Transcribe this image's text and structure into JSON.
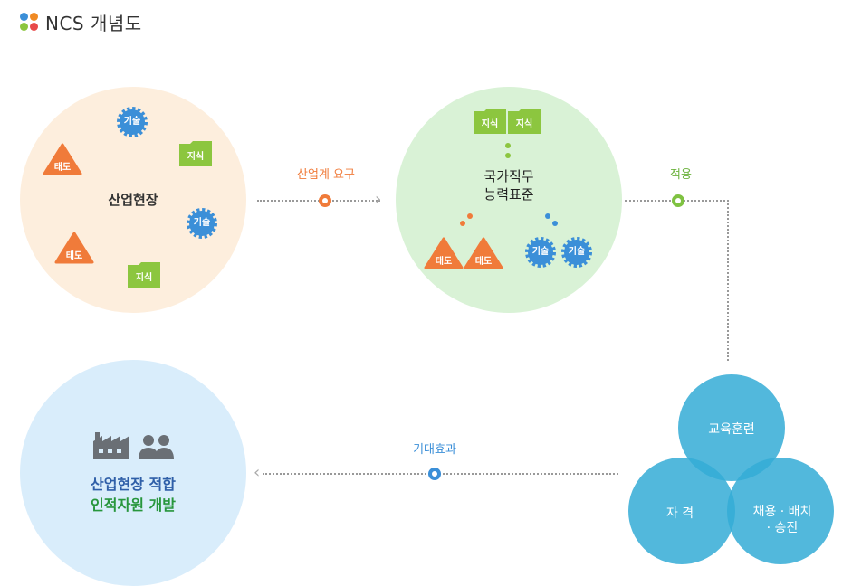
{
  "header": {
    "title": "NCS 개념도"
  },
  "colors": {
    "dot1": "#3b8fd8",
    "dot2": "#f08a24",
    "dot3": "#8cc63f",
    "dot4": "#e84a4a",
    "orange": "#f07b3a",
    "green": "#7fc241",
    "blue": "#3b8fd8",
    "venn": "#34acd6"
  },
  "tokens": {
    "attitude": "태도",
    "skill": "기술",
    "knowledge": "지식"
  },
  "industry": {
    "label": "산업현장"
  },
  "connector1": {
    "label": "산업계 요구"
  },
  "ncs": {
    "line1": "국가직무",
    "line2": "능력표준"
  },
  "connector2": {
    "label": "적용"
  },
  "venn": {
    "top": "교육훈련",
    "left": "자 격",
    "right_line1": "채용 · 배치",
    "right_line2": "· 승진"
  },
  "connector3": {
    "label": "기대효과"
  },
  "outcome": {
    "line1": "산업현장 적합",
    "line2": "인적자원 개발",
    "icons": [
      "factory-icon",
      "people-icon"
    ]
  }
}
